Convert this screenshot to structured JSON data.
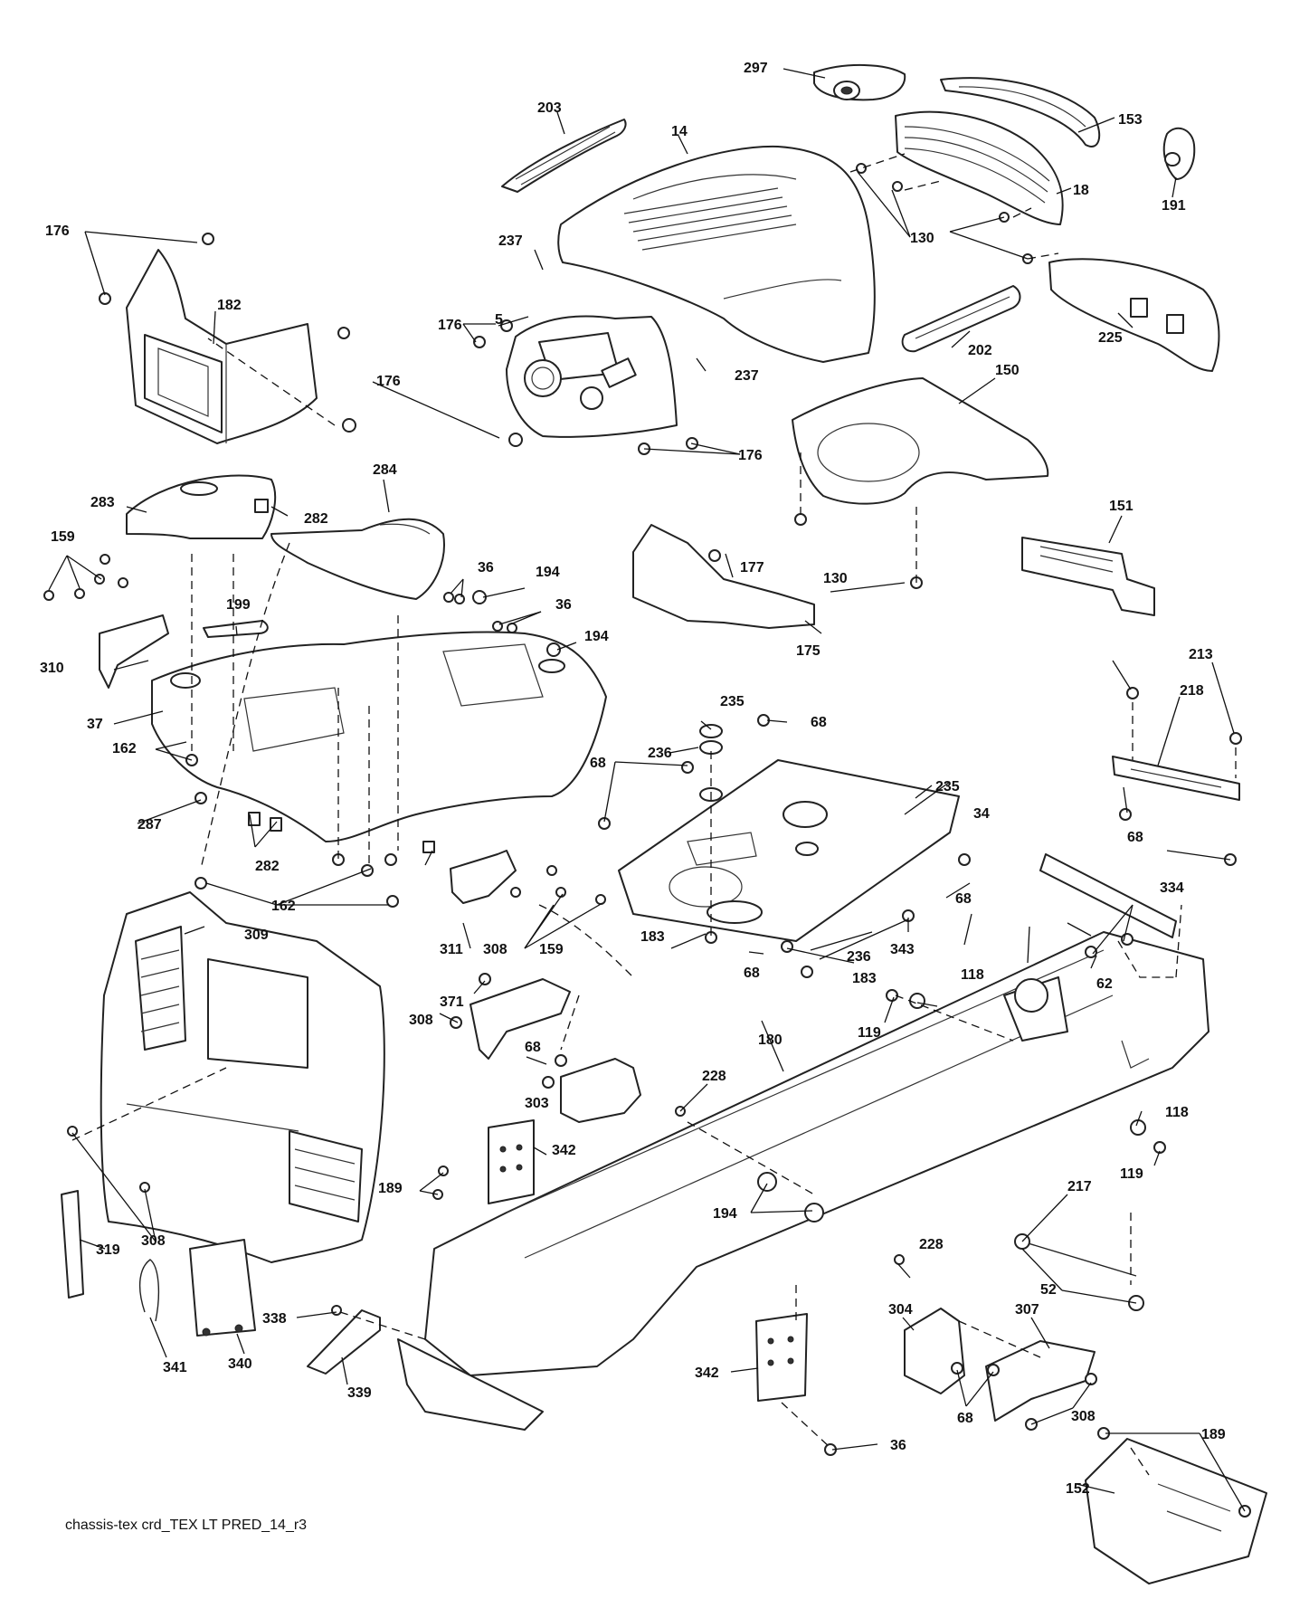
{
  "diagram": {
    "caption": "chassis-tex crd_TEX LT PRED_14_r3",
    "callouts": {
      "c297": "297",
      "c203": "203",
      "c14": "14",
      "c153": "153",
      "c191": "191",
      "c18": "18",
      "c176a": "176",
      "c182": "182",
      "c237a": "237",
      "c5": "5",
      "c176b": "176",
      "c176c": "176",
      "c237b": "237",
      "c130a": "130",
      "c202": "202",
      "c225": "225",
      "c176d": "176",
      "c150": "150",
      "c283": "283",
      "c282a": "282",
      "c284": "284",
      "c159a": "159",
      "c36a": "36",
      "c194a": "194",
      "c36b": "36",
      "c199": "199",
      "c194b": "194",
      "c177": "177",
      "c130b": "130",
      "c151": "151",
      "c175": "175",
      "c310": "310",
      "c213": "213",
      "c218": "218",
      "c37": "37",
      "c235a": "235",
      "c68a": "68",
      "c236a": "236",
      "c162a": "162",
      "c68b": "68",
      "c235b": "235",
      "c287": "287",
      "c34": "34",
      "c68c": "68",
      "c282b": "282",
      "c162b": "162",
      "c68d": "68",
      "c334": "334",
      "c309": "309",
      "c311": "311",
      "c308a": "308",
      "c159b": "159",
      "c183a": "183",
      "c343": "343",
      "c236b": "236",
      "c68e": "68",
      "c62": "62",
      "c371": "371",
      "c308b": "308",
      "c183b": "183",
      "c118a": "118",
      "c119a": "119",
      "c68f": "68",
      "c180": "180",
      "c303": "303",
      "c228a": "228",
      "c118b": "118",
      "c342a": "342",
      "c119b": "119",
      "c189a": "189",
      "c194c": "194",
      "c217": "217",
      "c319": "319",
      "c308c": "308",
      "c228b": "228",
      "c52": "52",
      "c338": "338",
      "c304": "304",
      "c307": "307",
      "c341": "341",
      "c340": "340",
      "c339": "339",
      "c342b": "342",
      "c68g": "68",
      "c308d": "308",
      "c189b": "189",
      "c36c": "36",
      "c152": "152"
    }
  }
}
